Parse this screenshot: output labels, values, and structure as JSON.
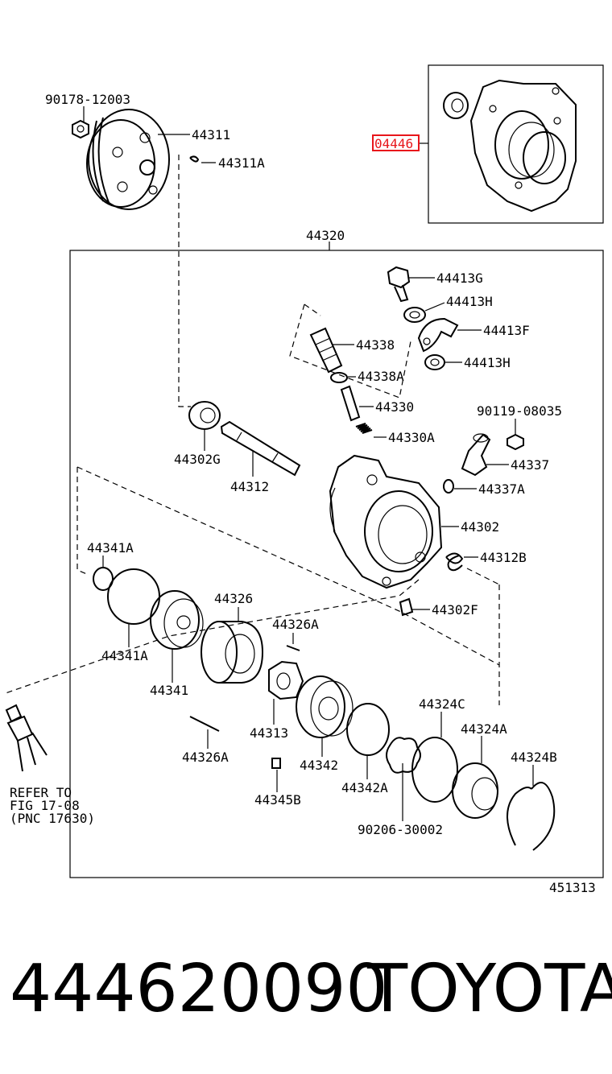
{
  "labels": {
    "p90178": "90178-12003",
    "p44311": "44311",
    "p44311A": "44311A",
    "p04446": "04446",
    "p44320": "44320",
    "p44413G": "44413G",
    "p44413H1": "44413H",
    "p44413F": "44413F",
    "p44413H2": "44413H",
    "p44338": "44338",
    "p44338A": "44338A",
    "p44330": "44330",
    "p44330A": "44330A",
    "p90119": "90119-08035",
    "p44337": "44337",
    "p44337A": "44337A",
    "p44302G": "44302G",
    "p44312": "44312",
    "p44302": "44302",
    "p44312B": "44312B",
    "p44302F": "44302F",
    "p44341A_1": "44341A",
    "p44326": "44326",
    "p44326A_1": "44326A",
    "p44341A_2": "44341A",
    "p44341": "44341",
    "p44313": "44313",
    "p44324C": "44324C",
    "p44324A": "44324A",
    "p44324B": "44324B",
    "p44326A_2": "44326A",
    "p44342": "44342",
    "p44342A": "44342A",
    "p44345B": "44345B",
    "p90206": "90206-30002",
    "refer1": "REFER TO",
    "refer2": "FIG 17-08",
    "refer3": "(PNC 17630)",
    "p451313": "451313"
  },
  "footer": {
    "part_number": "444620090",
    "brand": "TOYOTA"
  },
  "colors": {
    "highlight": "#e8161b",
    "ink": "#000000"
  }
}
